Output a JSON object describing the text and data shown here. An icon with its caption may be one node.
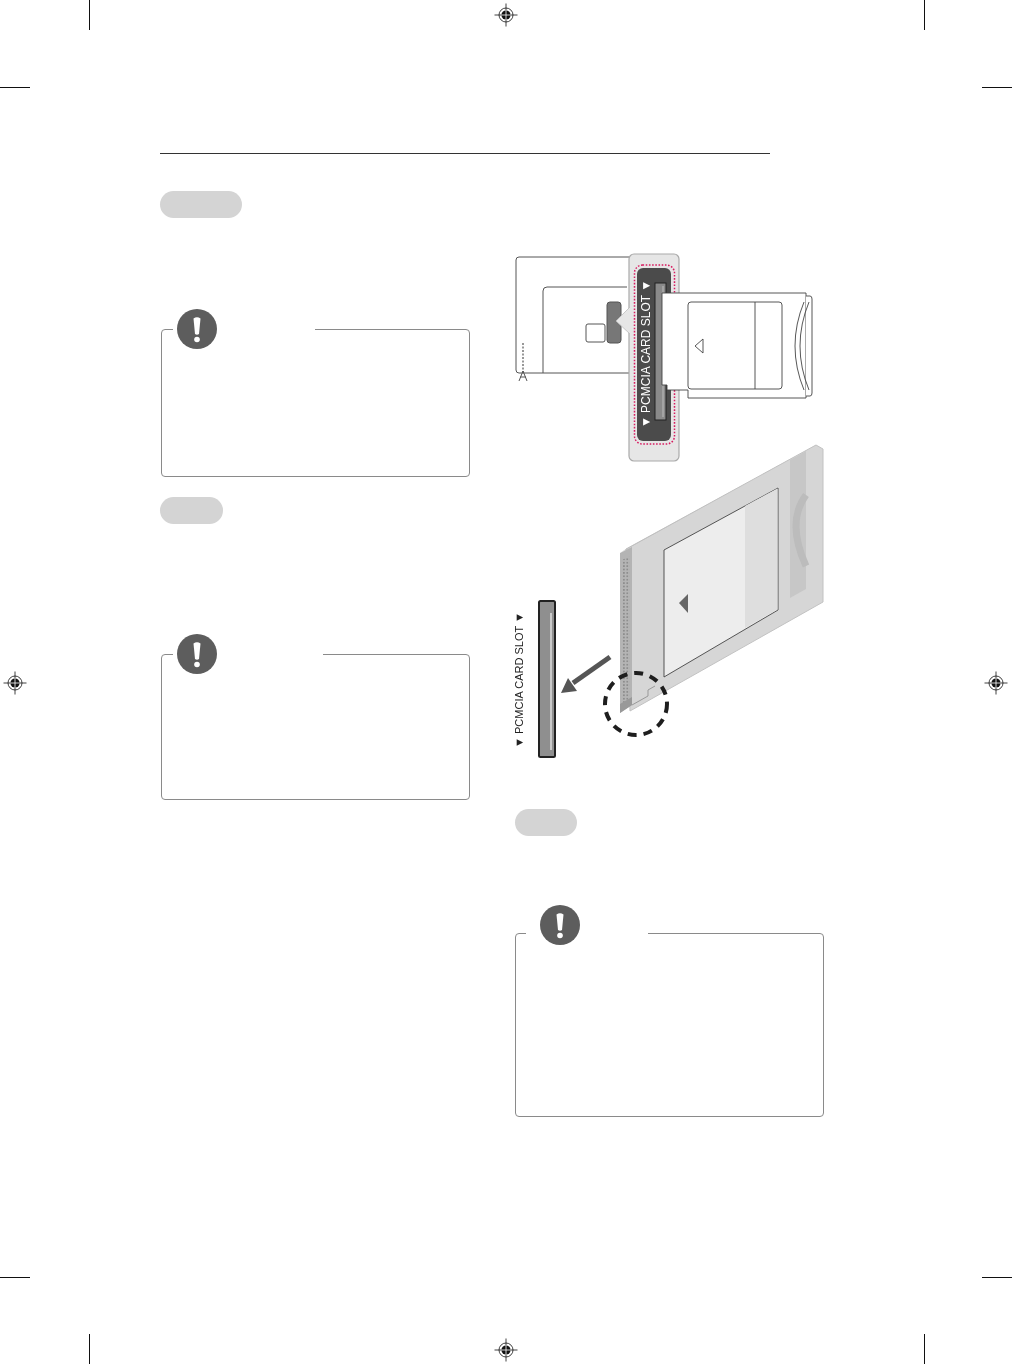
{
  "diagram": {
    "nodes": [
      {
        "text": [],
        "shape": "pill"
      },
      {
        "text": [],
        "shape": "box"
      },
      {
        "text": [],
        "shape": "pill"
      },
      {
        "text": [],
        "shape": "box"
      },
      {
        "text": [],
        "shape": "pill"
      },
      {
        "text": [],
        "shape": "box"
      }
    ],
    "labels": [
      "▼ PCMCIA CARD SLOT ▼",
      "▼ PCMCIA CARD SLOT ▼"
    ]
  }
}
